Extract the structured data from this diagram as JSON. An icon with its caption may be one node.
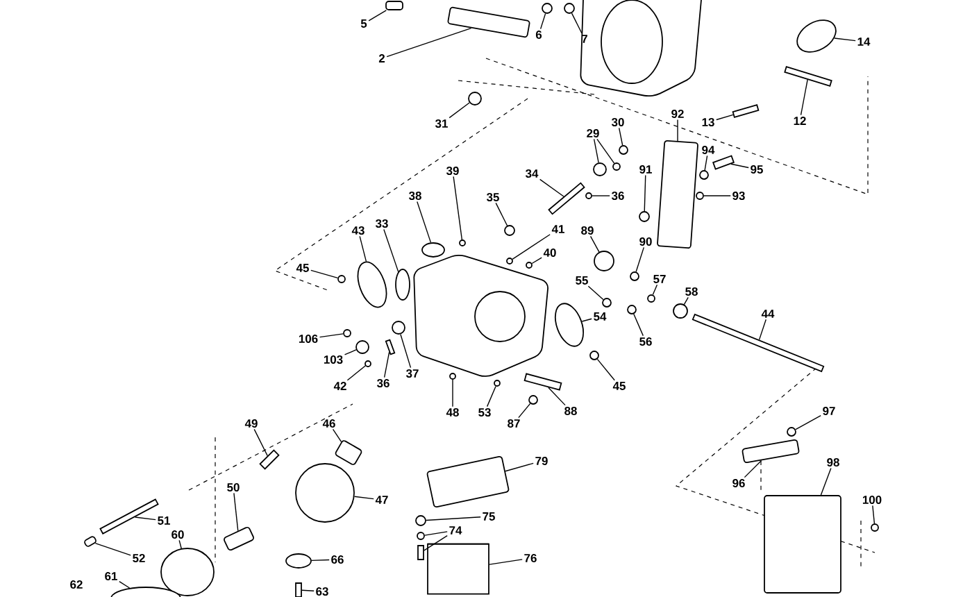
{
  "diagram": {
    "nodes": [
      {
        "text": [
          "5"
        ]
      },
      {
        "text": [
          "2"
        ]
      },
      {
        "text": [
          "6"
        ]
      },
      {
        "text": [
          "7"
        ]
      },
      {
        "text": [
          "14"
        ]
      },
      {
        "text": [
          "13"
        ]
      },
      {
        "text": [
          "12"
        ]
      },
      {
        "text": [
          "31"
        ]
      },
      {
        "text": [
          "92"
        ]
      },
      {
        "text": [
          "30"
        ]
      },
      {
        "text": [
          "29"
        ]
      },
      {
        "text": [
          "94"
        ]
      },
      {
        "text": [
          "95"
        ]
      },
      {
        "text": [
          "93"
        ]
      },
      {
        "text": [
          "91"
        ]
      },
      {
        "text": [
          "34"
        ]
      },
      {
        "text": [
          "36"
        ]
      },
      {
        "text": [
          "39"
        ]
      },
      {
        "text": [
          "35"
        ]
      },
      {
        "text": [
          "38"
        ]
      },
      {
        "text": [
          "41"
        ]
      },
      {
        "text": [
          "89"
        ]
      },
      {
        "text": [
          "90"
        ]
      },
      {
        "text": [
          "40"
        ]
      },
      {
        "text": [
          "43"
        ]
      },
      {
        "text": [
          "33"
        ]
      },
      {
        "text": [
          "45"
        ]
      },
      {
        "text": [
          "55"
        ]
      },
      {
        "text": [
          "57"
        ]
      },
      {
        "text": [
          "58"
        ]
      },
      {
        "text": [
          "54"
        ]
      },
      {
        "text": [
          "56"
        ]
      },
      {
        "text": [
          "44"
        ]
      },
      {
        "text": [
          "106"
        ]
      },
      {
        "text": [
          "103"
        ]
      },
      {
        "text": [
          "42"
        ]
      },
      {
        "text": [
          "36"
        ]
      },
      {
        "text": [
          "37"
        ]
      },
      {
        "text": [
          "48"
        ]
      },
      {
        "text": [
          "53"
        ]
      },
      {
        "text": [
          "87"
        ]
      },
      {
        "text": [
          "88"
        ]
      },
      {
        "text": [
          "45"
        ]
      },
      {
        "text": [
          "49"
        ]
      },
      {
        "text": [
          "46"
        ]
      },
      {
        "text": [
          "50"
        ]
      },
      {
        "text": [
          "47"
        ]
      },
      {
        "text": [
          "51"
        ]
      },
      {
        "text": [
          "52"
        ]
      },
      {
        "text": [
          "60"
        ]
      },
      {
        "text": [
          "61"
        ]
      },
      {
        "text": [
          "66"
        ]
      },
      {
        "text": [
          "63"
        ]
      },
      {
        "text": [
          "79"
        ]
      },
      {
        "text": [
          "75"
        ]
      },
      {
        "text": [
          "74"
        ]
      },
      {
        "text": [
          "76"
        ]
      },
      {
        "text": [
          "97"
        ]
      },
      {
        "text": [
          "96"
        ]
      },
      {
        "text": [
          "98"
        ]
      },
      {
        "text": [
          "100"
        ]
      },
      {
        "text": [],
        "shape": "box"
      },
      {
        "text": [],
        "shape": "box"
      },
      {
        "text": [],
        "shape": "circle"
      },
      {
        "text": [],
        "shape": "circle"
      },
      {
        "text": [],
        "shape": "ellipse"
      },
      {
        "text": [],
        "shape": "bar"
      },
      {
        "text": [],
        "shape": "bar"
      },
      {
        "text": [],
        "shape": "circle"
      },
      {
        "text": [],
        "shape": "box"
      },
      {
        "text": [],
        "shape": "circle"
      },
      {
        "text": [],
        "shape": "circle"
      },
      {
        "text": [],
        "shape": "circle"
      },
      {
        "text": [],
        "shape": "circle"
      },
      {
        "text": [],
        "shape": "bar"
      },
      {
        "text": [],
        "shape": "circle"
      },
      {
        "text": [],
        "shape": "circle"
      },
      {
        "text": [],
        "shape": "bar"
      },
      {
        "text": [],
        "shape": "circle"
      },
      {
        "text": [],
        "shape": "circle"
      },
      {
        "text": [],
        "shape": "circle"
      },
      {
        "text": [],
        "shape": "ellipse"
      },
      {
        "text": [],
        "shape": "circle"
      },
      {
        "text": [],
        "shape": "circle"
      },
      {
        "text": [],
        "shape": "circle"
      },
      {
        "text": [],
        "shape": "circle"
      },
      {
        "text": [],
        "shape": "ellipse"
      },
      {
        "text": [],
        "shape": "ellipse"
      },
      {
        "text": [],
        "shape": "circle"
      },
      {
        "text": [],
        "shape": "circle"
      },
      {
        "text": [],
        "shape": "circle"
      },
      {
        "text": [],
        "shape": "circle"
      },
      {
        "text": [],
        "shape": "ellipse"
      },
      {
        "text": [],
        "shape": "circle"
      },
      {
        "text": [],
        "shape": "bar"
      },
      {
        "text": [],
        "shape": "circle"
      },
      {
        "text": [],
        "shape": "circle"
      },
      {
        "text": [],
        "shape": "circle"
      },
      {
        "text": [],
        "shape": "bar"
      },
      {
        "text": [],
        "shape": "circle"
      },
      {
        "text": [],
        "shape": "circle"
      },
      {
        "text": [],
        "shape": "circle"
      },
      {
        "text": [],
        "shape": "circle"
      },
      {
        "text": [],
        "shape": "bar"
      },
      {
        "text": [],
        "shape": "circle"
      },
      {
        "text": [],
        "shape": "bar"
      },
      {
        "text": [],
        "shape": "box"
      },
      {
        "text": [],
        "shape": "box"
      },
      {
        "text": [],
        "shape": "circle"
      },
      {
        "text": [],
        "shape": "bar"
      },
      {
        "text": [],
        "shape": "box"
      },
      {
        "text": [],
        "shape": "ellipse"
      },
      {
        "text": [],
        "shape": "ellipse"
      },
      {
        "text": [],
        "shape": "ellipse"
      },
      {
        "text": [],
        "shape": "bar"
      },
      {
        "text": [],
        "shape": "box"
      },
      {
        "text": [],
        "shape": "circle"
      },
      {
        "text": [],
        "shape": "circle"
      },
      {
        "text": [],
        "shape": "bar"
      },
      {
        "text": [],
        "shape": "cylinder"
      },
      {
        "text": [],
        "shape": "circle"
      },
      {
        "text": [],
        "shape": "box"
      },
      {
        "text": [],
        "shape": "box"
      },
      {
        "text": [],
        "shape": "circle"
      }
    ],
    "edges": [
      {
        "from": 0,
        "to": 61,
        "arrow": "none"
      },
      {
        "from": 1,
        "to": 62,
        "arrow": "none"
      },
      {
        "from": 2,
        "to": 63,
        "arrow": "none"
      },
      {
        "from": 3,
        "to": 64,
        "arrow": "none"
      },
      {
        "from": 4,
        "to": 65,
        "arrow": "none"
      },
      {
        "from": 5,
        "to": 66,
        "arrow": "none"
      },
      {
        "from": 6,
        "to": 67,
        "arrow": "none"
      },
      {
        "from": 7,
        "to": 68,
        "arrow": "none"
      },
      {
        "from": 8,
        "to": 69,
        "arrow": "none"
      },
      {
        "from": 9,
        "to": 70,
        "arrow": "none"
      },
      {
        "from": 10,
        "to": 71,
        "arrow": "none"
      },
      {
        "from": 10,
        "to": 72,
        "arrow": "none"
      },
      {
        "from": 11,
        "to": 73,
        "arrow": "none"
      },
      {
        "from": 12,
        "to": 74,
        "arrow": "none"
      },
      {
        "from": 13,
        "to": 75,
        "arrow": "none"
      },
      {
        "from": 14,
        "to": 76,
        "arrow": "none"
      },
      {
        "from": 15,
        "to": 77,
        "arrow": "none"
      },
      {
        "from": 16,
        "to": 78,
        "arrow": "none"
      },
      {
        "from": 17,
        "to": 79,
        "arrow": "none"
      },
      {
        "from": 18,
        "to": 80,
        "arrow": "none"
      },
      {
        "from": 19,
        "to": 81,
        "arrow": "none"
      },
      {
        "from": 20,
        "to": 82,
        "arrow": "none"
      },
      {
        "from": 21,
        "to": 83,
        "arrow": "none"
      },
      {
        "from": 22,
        "to": 84,
        "arrow": "none"
      },
      {
        "from": 23,
        "to": 85,
        "arrow": "none"
      },
      {
        "from": 24,
        "to": 86,
        "arrow": "none"
      },
      {
        "from": 25,
        "to": 87,
        "arrow": "none"
      },
      {
        "from": 26,
        "to": 88,
        "arrow": "none"
      },
      {
        "from": 27,
        "to": 89,
        "arrow": "none"
      },
      {
        "from": 28,
        "to": 90,
        "arrow": "none"
      },
      {
        "from": 29,
        "to": 91,
        "arrow": "none"
      },
      {
        "from": 30,
        "to": 92,
        "arrow": "none"
      },
      {
        "from": 31,
        "to": 93,
        "arrow": "none"
      },
      {
        "from": 32,
        "to": 94,
        "arrow": "none"
      },
      {
        "from": 33,
        "to": 95,
        "arrow": "none"
      },
      {
        "from": 34,
        "to": 96,
        "arrow": "none"
      },
      {
        "from": 35,
        "to": 97,
        "arrow": "none"
      },
      {
        "from": 36,
        "to": 98,
        "arrow": "none"
      },
      {
        "from": 37,
        "to": 99,
        "arrow": "none"
      },
      {
        "from": 38,
        "to": 100,
        "arrow": "none"
      },
      {
        "from": 39,
        "to": 101,
        "arrow": "none"
      },
      {
        "from": 40,
        "to": 102,
        "arrow": "none"
      },
      {
        "from": 41,
        "to": 103,
        "arrow": "none"
      },
      {
        "from": 42,
        "to": 104,
        "arrow": "none"
      },
      {
        "from": 43,
        "to": 105,
        "arrow": "none"
      },
      {
        "from": 44,
        "to": 106,
        "arrow": "none"
      },
      {
        "from": 45,
        "to": 107,
        "arrow": "none"
      },
      {
        "from": 46,
        "to": 108,
        "arrow": "none"
      },
      {
        "from": 47,
        "to": 109,
        "arrow": "none"
      },
      {
        "from": 48,
        "to": 110,
        "arrow": "none"
      },
      {
        "from": 49,
        "to": 111,
        "arrow": "none"
      },
      {
        "from": 50,
        "to": 112,
        "arrow": "none"
      },
      {
        "from": 51,
        "to": 113,
        "arrow": "none"
      },
      {
        "from": 52,
        "to": 114,
        "arrow": "none"
      },
      {
        "from": 53,
        "to": 115,
        "arrow": "none"
      },
      {
        "from": 54,
        "to": 116,
        "arrow": "none"
      },
      {
        "from": 55,
        "to": 117,
        "arrow": "none"
      },
      {
        "from": 55,
        "to": 118,
        "arrow": "none"
      },
      {
        "from": 56,
        "to": 119,
        "arrow": "none"
      },
      {
        "from": 57,
        "to": 120,
        "arrow": "none"
      },
      {
        "from": 58,
        "to": 121,
        "arrow": "none"
      },
      {
        "from": 59,
        "to": 122,
        "arrow": "none"
      },
      {
        "from": 60,
        "to": 123,
        "arrow": "none"
      }
    ],
    "labels": [
      "62"
    ]
  }
}
